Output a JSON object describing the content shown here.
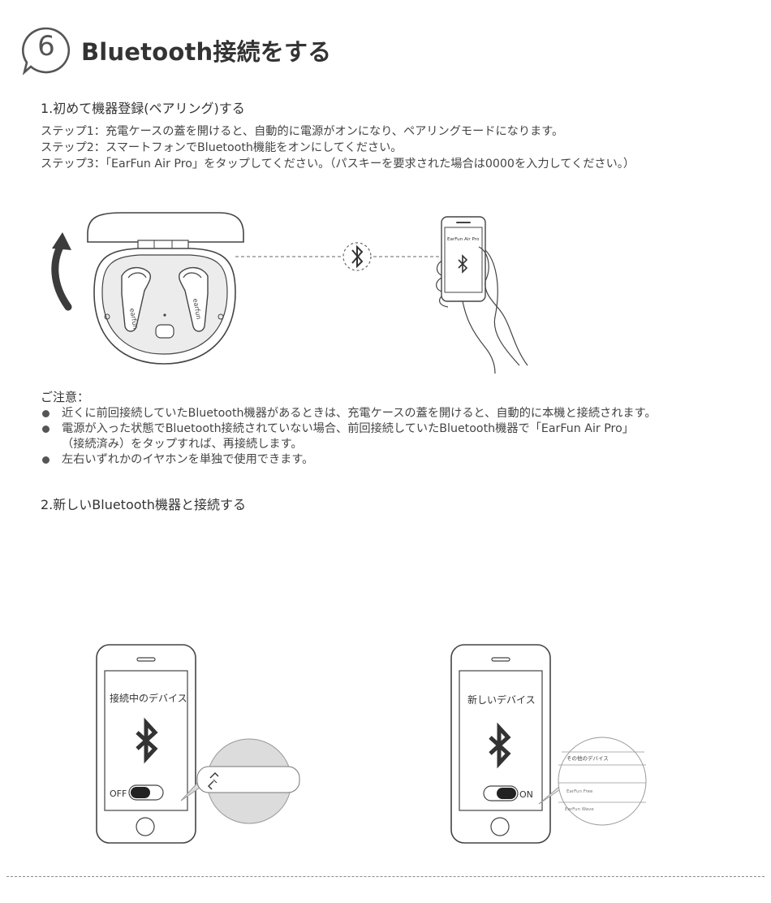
{
  "header": {
    "step_number": "6",
    "title": "Bluetooth接続をする"
  },
  "section1": {
    "heading": "1.初めて機器登録(ペアリング)する",
    "steps": [
      "ステップ1：充電ケースの蓋を開けると、自動的に電源がオンになり、ペアリングモードになります。",
      "ステップ2：スマートフォンでBluetooth機能をオンにしてください。",
      "ステップ3：「EarFun Air Pro」をタップしてください。（パスキーを要求された場合は0000を入力してください。）"
    ],
    "illustration": {
      "case_left_label": "earfun",
      "case_right_label": "earfun",
      "phone_screen_title": "EarFun Air Pro"
    }
  },
  "caution": {
    "title": "ご注意：",
    "items": [
      "近くに前回接続していたBluetooth機器があるときは、充電ケースの蓋を開けると、自動的に本機と接続されます。",
      "電源が入った状態でBluetooth接続されていない場合、前回接続していたBluetooth機器で「EarFun Air Pro」",
      "左右いずれかのイヤホンを単独で使用できます。"
    ],
    "item2_continuation": "（接続済み）をタップすれば、再接続します。"
  },
  "section2": {
    "heading": "2.新しいBluetooth機器と接続する",
    "phone_left": {
      "screen_title": "接続中のデバイス",
      "toggle_label": "OFF"
    },
    "phone_right": {
      "screen_title": "新しいデバイス",
      "toggle_label": "ON",
      "popup_header": "その他のデバイス",
      "popup_items": [
        "EarFun Free",
        "EarFun Wave"
      ]
    }
  },
  "colors": {
    "line": "#4a4a4a",
    "case_fill": "#eeeeee",
    "text": "#333333"
  }
}
